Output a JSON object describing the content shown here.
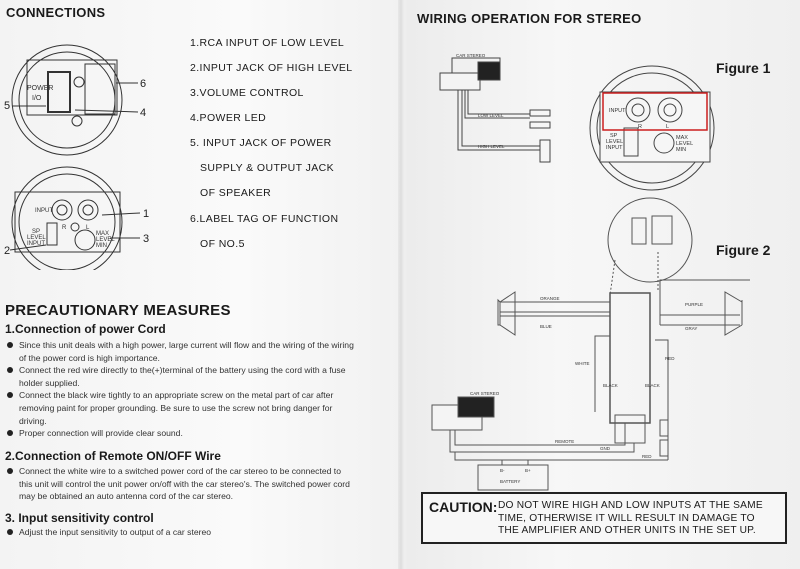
{
  "left": {
    "connections_title": "CONNECTIONS",
    "connection_items": [
      "1.RCA INPUT OF  LOW LEVEL",
      "2.INPUT JACK OF HIGH LEVEL",
      "3.VOLUME CONTROL",
      "4.POWER LED",
      "5. INPUT JACK OF POWER",
      "SUPPLY & OUTPUT JACK",
      "OF SPEAKER",
      "6.LABEL TAG OF FUNCTION",
      "OF NO.5"
    ],
    "top_unit": {
      "power_label": "POWER",
      "io_label": "I/O",
      "callouts": [
        "5",
        "6",
        "4"
      ]
    },
    "bottom_unit": {
      "input_label": "INPUT",
      "r": "R",
      "l": "L",
      "sp": "SP",
      "level": "LEVEL",
      "input2": "INPUT",
      "max": "MAX",
      "level2": "LEVEL",
      "min": "MIN",
      "callouts": [
        "1",
        "2",
        "3"
      ]
    },
    "precautionary_title": "PRECAUTIONARY MEASURES",
    "sections": [
      {
        "heading": "1.Connection of power Cord",
        "bullets": [
          "Since this unit deals with a high power, large current will flow and the wiring of the wiring of the power cord is high importance.",
          "Connect the red wire directly to the(+)terminal of the battery using the cord with a fuse holder supplied.",
          "Connect the black wire tightly to an appropriate screw on the metal part of car after removing paint for proper grounding. Be sure to use the screw not bring danger for driving.",
          "Proper connection will provide clear sound."
        ]
      },
      {
        "heading": "2.Connection of Remote ON/OFF Wire",
        "bullets": [
          "Connect the white wire to a switched power cord of the car stereo to be connected to this unit will control the unit power on/off with the car stereo's. The switched power cord may be obtained an auto antenna cord of the car stereo."
        ]
      },
      {
        "heading": "3. Input sensitivity control",
        "bullets": [
          "Adjust the input sensitivity to output of a car stereo"
        ]
      }
    ]
  },
  "right": {
    "title": "WIRING OPERATION FOR STEREO",
    "figure1": {
      "label": "Figure 1",
      "car_stereo": "CAR STEREO",
      "low_level": "LOW LEVEL",
      "high_level": "HIGH LEVEL",
      "input": "INPUT",
      "r": "R",
      "l": "L",
      "sp": "SP",
      "level": "LEVEL",
      "input2": "INPUT",
      "max": "MAX",
      "level2": "LEVEL",
      "min": "MIN",
      "highlight_color": "#cc1f1f"
    },
    "figure2": {
      "label": "Figure 2",
      "orange": "ORANGE",
      "blue": "BLUE",
      "purple": "PURPLE",
      "gray": "GRAY",
      "white": "WHITE",
      "red": "RED",
      "black1": "BLACK",
      "black2": "BLACK",
      "car_stereo": "CAR STEREO",
      "remote": "REMOTE",
      "gnd": "GND",
      "red2": "RED",
      "b_minus": "B-",
      "b_plus": "B+",
      "battery": "BATTERY"
    },
    "caution": {
      "label": "CAUTION:",
      "lines": [
        "DO NOT WIRE HIGH AND LOW INPUTS AT THE SAME",
        "TIME, OTHERWISE IT WILL RESULT IN DAMAGE TO",
        "THE AMPLIFIER AND OTHER UNITS IN THE SET UP."
      ]
    }
  }
}
